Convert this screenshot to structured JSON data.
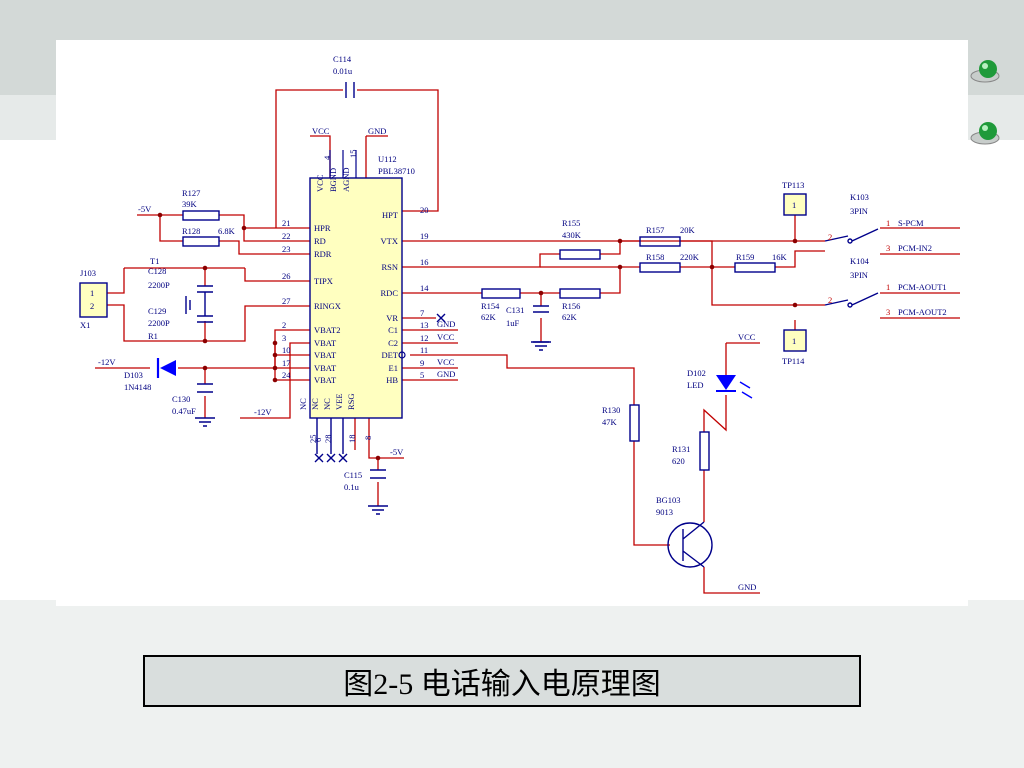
{
  "caption": "图2-5  电话输入电原理图",
  "colors": {
    "wire": "#c00000",
    "component": "#00008b",
    "label": "#000080",
    "diode": "#0000ff",
    "ic_fill": "#ffffc0",
    "caption_bg": "#d9dedd"
  },
  "icons": {
    "decor_top": "green-bead-icon",
    "decor_bottom": "green-bead-icon"
  },
  "parts": {
    "c114": {
      "ref": "C114",
      "value": "0.01u"
    },
    "u112": {
      "ref": "U112",
      "value": "PBL38710"
    },
    "r127": {
      "ref": "R127",
      "value": "39K"
    },
    "r128": {
      "ref": "R128",
      "value": "6.8K"
    },
    "j103": {
      "ref": "J103",
      "pin1": "1",
      "pin2": "2",
      "label": "X1"
    },
    "t1": "T1",
    "c128": {
      "ref": "C128",
      "value": "2200P"
    },
    "c129": {
      "ref": "C129",
      "value": "2200P"
    },
    "r1": "R1",
    "d103": {
      "ref": "D103",
      "value": "1N4148"
    },
    "c130": {
      "ref": "C130",
      "value": "0.47uF"
    },
    "c115": {
      "ref": "C115",
      "value": "0.1u"
    },
    "r155": {
      "ref": "R155",
      "value": "430K"
    },
    "r157": {
      "ref": "R157",
      "value": "20K"
    },
    "r158": {
      "ref": "R158",
      "value": "220K"
    },
    "r159": {
      "ref": "R159",
      "value": "16K"
    },
    "r154": {
      "ref": "R154",
      "value": "62K"
    },
    "c131": {
      "ref": "C131",
      "value": "1uF"
    },
    "r156": {
      "ref": "R156",
      "value": "62K"
    },
    "tp113": {
      "ref": "TP113",
      "pin": "1"
    },
    "tp114": {
      "ref": "TP114",
      "pin": "1"
    },
    "k103": {
      "ref": "K103",
      "value": "3PIN"
    },
    "k104": {
      "ref": "K104",
      "value": "3PIN"
    },
    "d102": {
      "ref": "D102",
      "value": "LED"
    },
    "r130": {
      "ref": "R130",
      "value": "47K"
    },
    "r131": {
      "ref": "R131",
      "value": "620"
    },
    "bg103": {
      "ref": "BG103",
      "value": "9013"
    }
  },
  "nets": {
    "vcc_top": "VCC",
    "gnd_top": "GND",
    "neg5_left": "-5V",
    "neg12_left": "-12V",
    "neg12_bottom": "-12V",
    "neg5_bottom": "-5V",
    "gnd_c1": "GND",
    "vcc_c2": "VCC",
    "vcc_e1": "VCC",
    "gnd_hb": "GND",
    "vcc_led": "VCC",
    "gnd_q": "GND",
    "s_pcm": "S-PCM",
    "pcm_in2": "PCM-IN2",
    "pcm_aout1": "PCM-AOUT1",
    "pcm_aout2": "PCM-AOUT2"
  },
  "ic_left_pins": [
    {
      "num": "21",
      "name": "HPR"
    },
    {
      "num": "22",
      "name": "RD"
    },
    {
      "num": "23",
      "name": "RDR"
    },
    {
      "num": "26",
      "name": "TIPX"
    },
    {
      "num": "27",
      "name": "RINGX"
    },
    {
      "num": "2",
      "name": "VBAT2"
    },
    {
      "num": "3",
      "name": "VBAT"
    },
    {
      "num": "10",
      "name": "VBAT"
    },
    {
      "num": "17",
      "name": "VBAT"
    },
    {
      "num": "24",
      "name": "VBAT"
    }
  ],
  "ic_right_pins": [
    {
      "num": "20",
      "name": "HPT"
    },
    {
      "num": "19",
      "name": "VTX"
    },
    {
      "num": "16",
      "name": "RSN"
    },
    {
      "num": "14",
      "name": "RDC"
    },
    {
      "num": "7",
      "name": "VR"
    },
    {
      "num": "13",
      "name": "C1"
    },
    {
      "num": "12",
      "name": "C2"
    },
    {
      "num": "11",
      "name": "DET"
    },
    {
      "num": "9",
      "name": "E1"
    },
    {
      "num": "5",
      "name": "HB"
    }
  ],
  "ic_top_pins": [
    {
      "num": "",
      "name": "VCC"
    },
    {
      "num": "4",
      "name": "BGND"
    },
    {
      "num": "15",
      "name": "AGND"
    }
  ],
  "ic_bottom_pins": [
    {
      "num": "25",
      "name": "NC"
    },
    {
      "num": "28",
      "name": "NC"
    },
    {
      "num": "6",
      "name": "NC"
    },
    {
      "num": "18",
      "name": "VEE"
    },
    {
      "num": "8",
      "name": "RSG"
    }
  ],
  "switch_pins": {
    "k103_a": "1",
    "k103_b": "3",
    "k103_c": "2",
    "k104_a": "1",
    "k104_b": "3",
    "k104_c": "2"
  }
}
